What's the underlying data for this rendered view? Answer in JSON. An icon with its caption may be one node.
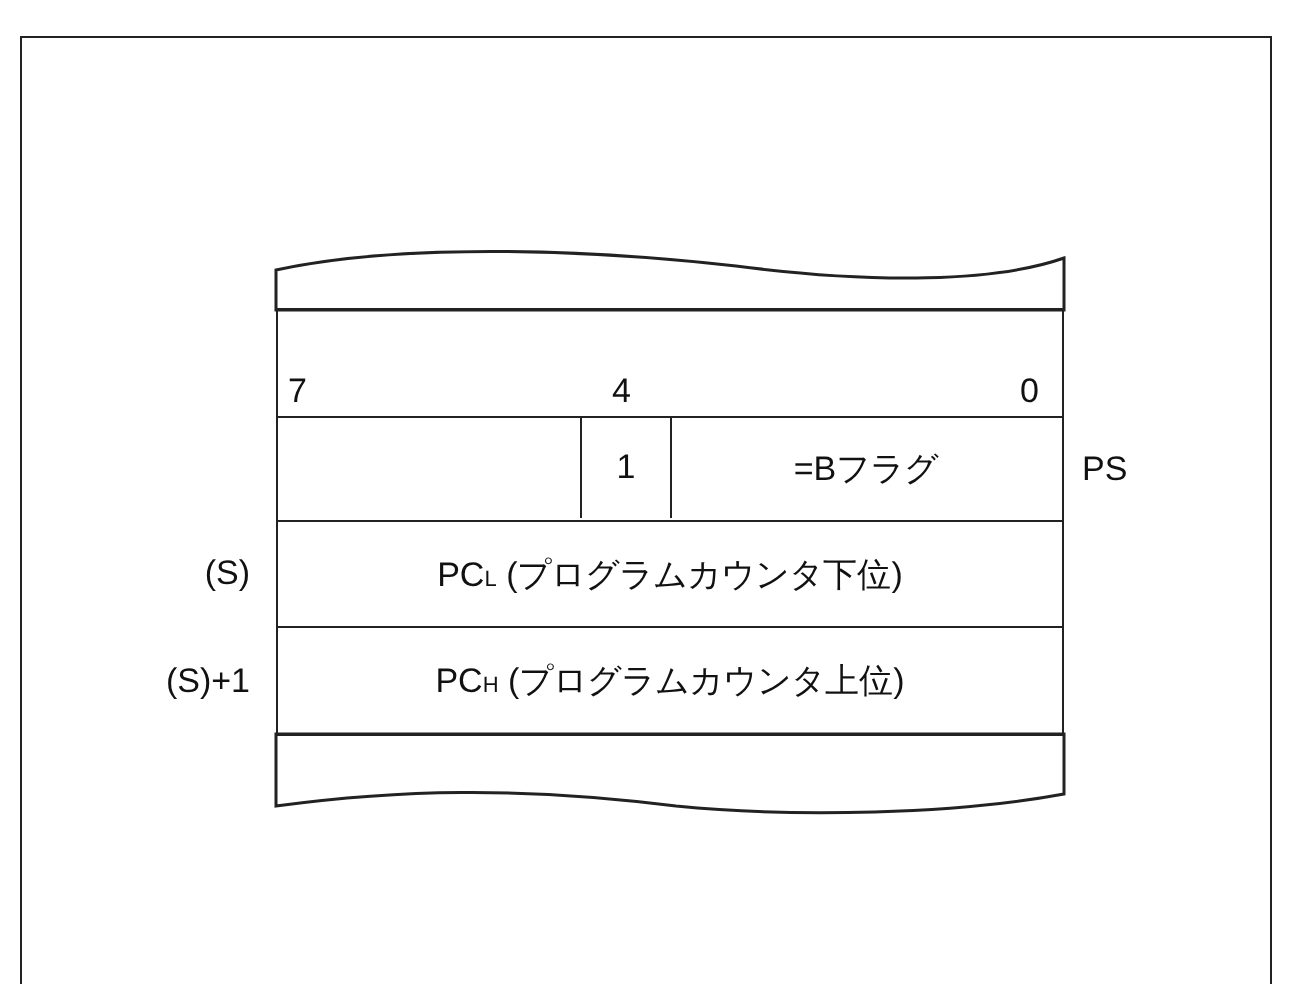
{
  "diagram": {
    "nodes": [
      {
        "text": [],
        "shape": "box"
      },
      {
        "text": [],
        "shape": "box"
      },
      {
        "text": [],
        "shape": "box",
        "beside": [
          "PS"
        ]
      },
      {
        "text": [],
        "shape": "box",
        "in": 2
      },
      {
        "text": [
          "1"
        ],
        "in": 2
      },
      {
        "text": [
          "=Bフラグ"
        ],
        "in": 2
      },
      {
        "text": [
          "PC$_{L}$ (プログラムカウンタ下位)"
        ],
        "beside": [
          "(S)"
        ]
      },
      {
        "text": [
          "PC$_{H}$ (プログラムカウンタ上位)"
        ],
        "beside": [
          "(S)+1"
        ]
      },
      {
        "text": [],
        "shape": "box"
      }
    ],
    "labels": [
      "7",
      "4",
      "0"
    ]
  }
}
